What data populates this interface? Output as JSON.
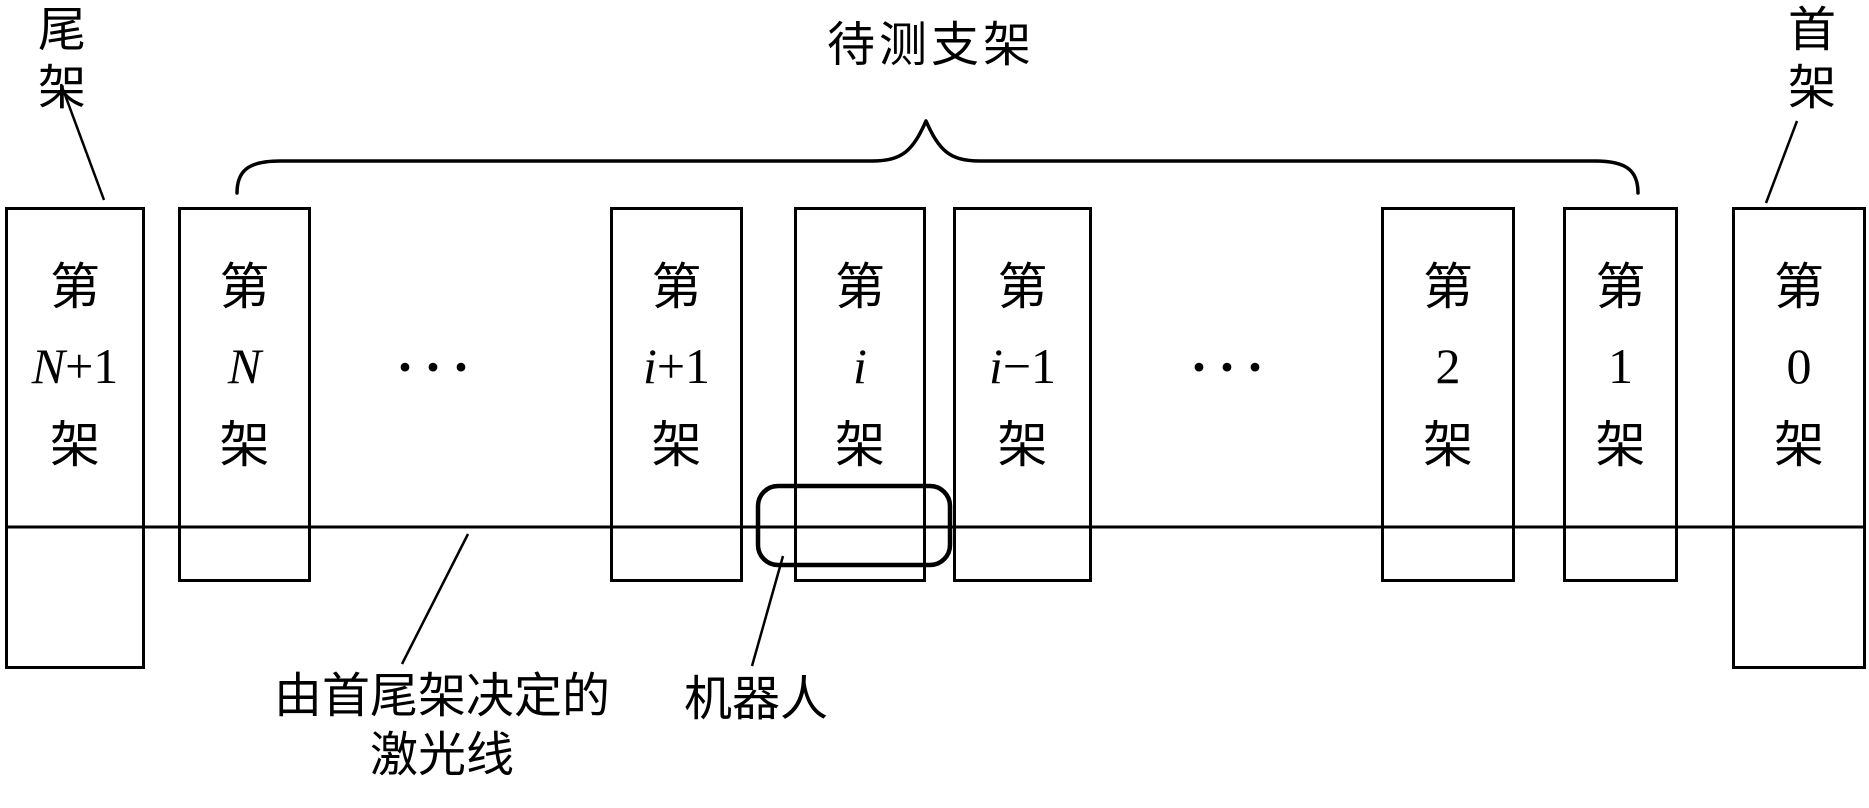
{
  "colors": {
    "ink": "#000000",
    "background": "#ffffff"
  },
  "diagram": {
    "tail_label": "尾架",
    "head_label": "首架",
    "brace_label": "待测支架",
    "ellipsis": "···",
    "laser_label_line1": "由首尾架决定的",
    "laser_label_line2": "激光线",
    "robot_label": "机器人",
    "frames": [
      {
        "prefix": "第",
        "var": "N",
        "rest": "+1",
        "suffix": "架"
      },
      {
        "prefix": "第",
        "var": "N",
        "rest": "",
        "suffix": "架"
      },
      {
        "prefix": "第",
        "var": "i",
        "rest": "+1",
        "suffix": "架"
      },
      {
        "prefix": "第",
        "var": "i",
        "rest": "",
        "suffix": "架"
      },
      {
        "prefix": "第",
        "var": "i",
        "rest": "−1",
        "suffix": "架"
      },
      {
        "prefix": "第",
        "var": "",
        "rest": "2",
        "suffix": "架"
      },
      {
        "prefix": "第",
        "var": "",
        "rest": "1",
        "suffix": "架"
      },
      {
        "prefix": "第",
        "var": "",
        "rest": "0",
        "suffix": "架"
      }
    ]
  }
}
